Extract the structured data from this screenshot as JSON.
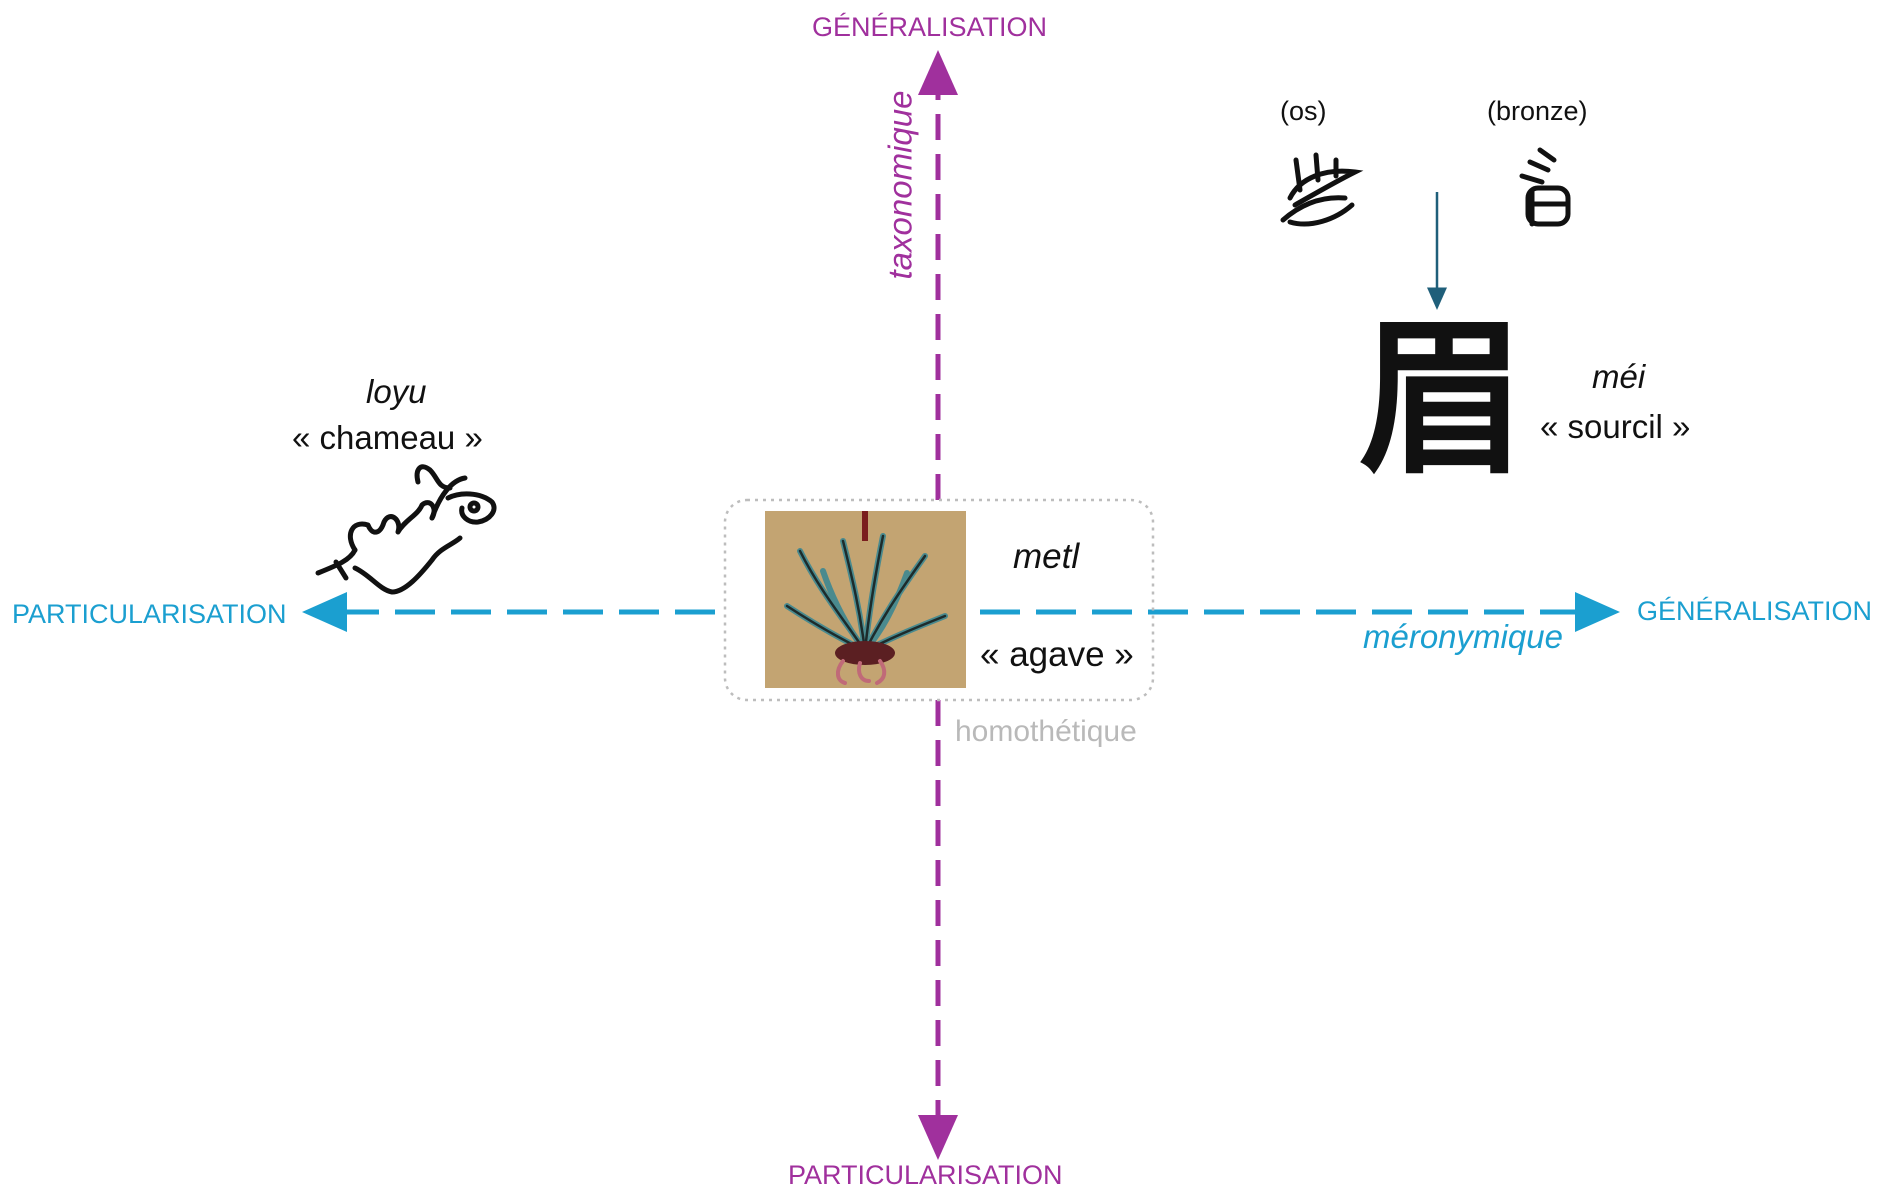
{
  "vertical_axis": {
    "top_label": "GÉNÉRALISATION",
    "bottom_label": "PARTICULARISATION",
    "name": "taxonomique",
    "color": "#a0309d"
  },
  "horizontal_axis": {
    "left_label": "PARTICULARISATION",
    "right_label": "GÉNÉRALISATION",
    "name": "méronymique",
    "color": "#1b9fd0"
  },
  "center": {
    "word": "metl",
    "gloss": "« agave »",
    "relation": "homothétique",
    "image_icon": "agave-glyph-icon"
  },
  "left_example": {
    "word": "loyu",
    "gloss": "« chameau »",
    "image_icon": "camel-glyph-icon"
  },
  "right_example": {
    "char": "眉",
    "word": "méi",
    "gloss": "« sourcil »",
    "os_label": "(os)",
    "bronze_label": "(bronze)",
    "os_icon": "oracle-bone-eyebrow-icon",
    "bronze_icon": "bronze-eyebrow-icon",
    "arrow_color": "#1f5f7a"
  }
}
